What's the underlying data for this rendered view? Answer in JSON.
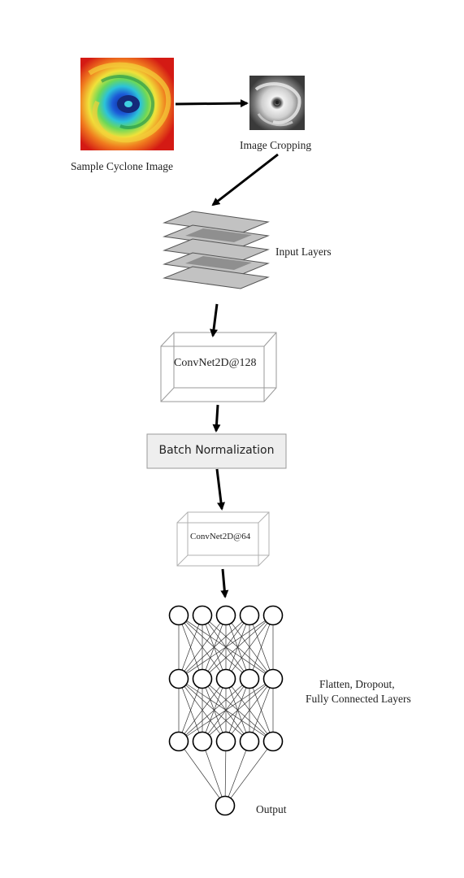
{
  "labels": {
    "sample_image": "Sample Cyclone Image",
    "cropping": "Image Cropping",
    "input_layers": "Input Layers",
    "conv128": "ConvNet2D@128",
    "batch_norm": "Batch Normalization",
    "conv64": "ConvNet2D@64",
    "dense_line1": "Flatten, Dropout,",
    "dense_line2": "Fully Connected Layers",
    "output": "Output"
  },
  "network": {
    "layer_sizes": [
      5,
      5,
      5,
      1
    ]
  },
  "colors": {
    "stroke": "#000000",
    "box_stroke": "#9a9a9a",
    "batch_fill": "#eeeeee",
    "layer_fill": "#bdbdbd",
    "layer_inner": "#8f8f8f"
  }
}
